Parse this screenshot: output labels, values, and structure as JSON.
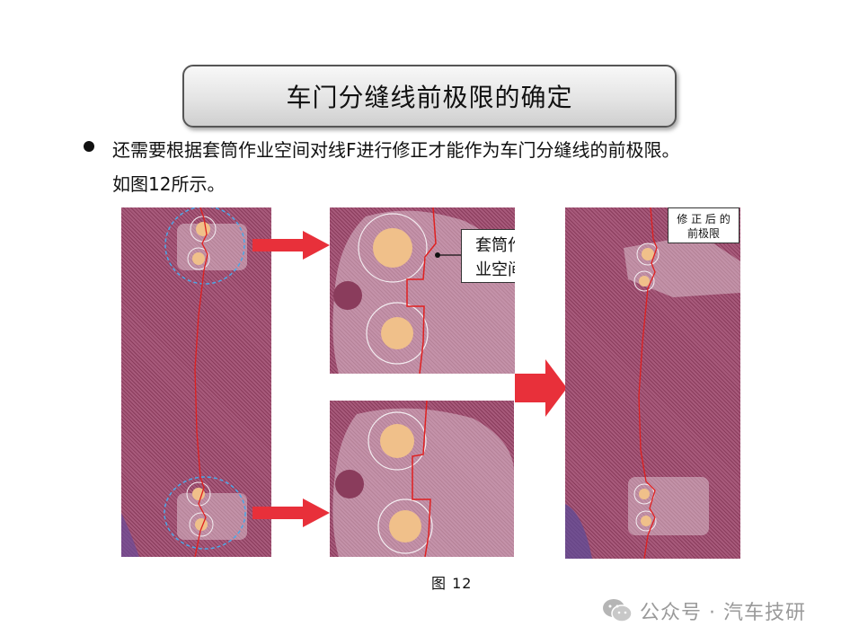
{
  "title": "车门分缝线前极限的确定",
  "body_line1": "还需要根据套筒作业空间对线F进行修正才能作为车门分缝线的前极限。",
  "body_line2": "如图12所示。",
  "labels": {
    "socket_space_line1": "套筒作",
    "socket_space_line2": "业空间",
    "corrected_line1": "修 正 后 的",
    "corrected_line2": "前极限"
  },
  "caption": "图  12",
  "watermark": "公众号 · 汽车技研",
  "colors": {
    "arrow": "#e8303a",
    "line": "#e02020",
    "panel": "#9a4a6c",
    "bolt": "#f0c08a",
    "highlight": "#4aa8e8"
  }
}
